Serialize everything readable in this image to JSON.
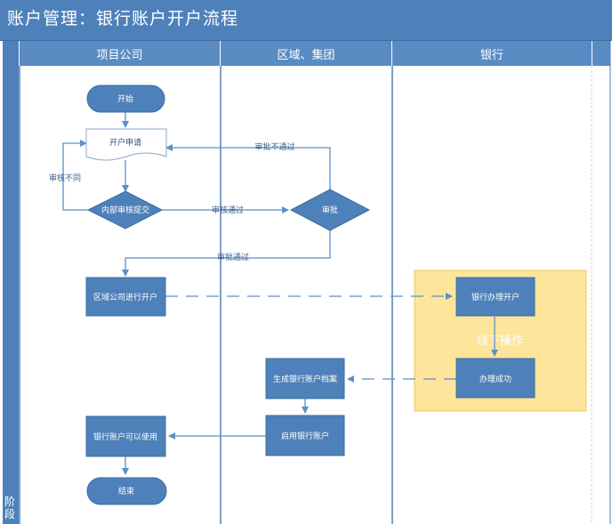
{
  "title": "账户管理：银行账户开户流程",
  "phase_label": "阶段",
  "lanes": [
    "项目公司",
    "区域、集团",
    "银行"
  ],
  "nodes": {
    "start": "开始",
    "apply": "开户申请",
    "internal_review": "内部审核提交",
    "approve": "审批",
    "regional_open": "区域公司进行开户",
    "bank_process": "银行办理开户",
    "success": "办理成功",
    "archive": "生成银行账户档案",
    "enable": "启用银行账户",
    "usable": "银行账户可以使用",
    "end": "结束"
  },
  "edge_labels": {
    "review_rejected": "审核不同",
    "review_passed": "审核通过",
    "approval_rejected": "审批不通过",
    "approval_passed": "审批通过"
  },
  "offline_label": "线下操作",
  "colors": {
    "header": "#4e81b9",
    "lane_header": "#5a8bc3",
    "node_fill": "#4e81b9",
    "line": "#5b8fca",
    "offline_fill": "#fde59b"
  }
}
